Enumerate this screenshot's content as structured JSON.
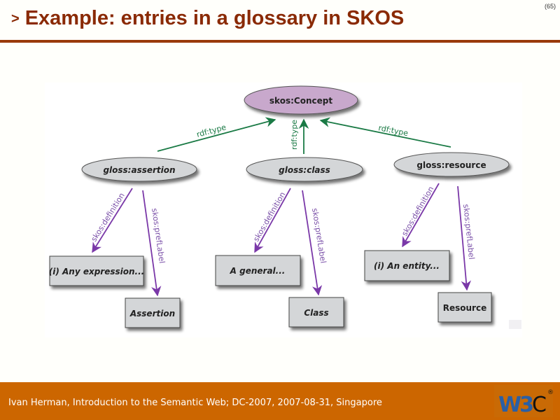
{
  "slide": {
    "page_number": "(65)",
    "title_prefix": ">",
    "title": "Example: entries in a glossary in SKOS"
  },
  "diagram": {
    "colors": {
      "concept_fill": "#c8a8cc",
      "resource_fill": "#d4d6d8",
      "box_fill": "#d4d6d8",
      "rdf_type_edge": "#1a7a45",
      "skos_edge": "#7a38a8"
    },
    "nodes": {
      "concept": "skos:Concept",
      "assertion": "gloss:assertion",
      "class": "gloss:class",
      "resource": "gloss:resource",
      "assertion_definition": "(i) Any expression...",
      "assertion_label": "Assertion",
      "class_definition": "A general...",
      "class_label": "Class",
      "resource_definition": "(i) An entity...",
      "resource_label": "Resource"
    },
    "edges": {
      "rdf_type_left": "rdf:type",
      "rdf_type_middle": "rdf:type",
      "rdf_type_right": "rdf:type",
      "assertion_definition": "skos:definition",
      "assertion_preflabel": "skos:prefLabel",
      "class_definition": "skos:definition",
      "class_preflabel": "skos:prefLabel",
      "resource_definition": "skos:definition",
      "resource_preflabel": "skos:prefLabel"
    }
  },
  "footer": {
    "text": "Ivan Herman, Introduction to the Semantic Web; DC-2007, 2007-08-31, Singapore",
    "logo": "W3C",
    "logo_mark": "®",
    "colors": {
      "background": "#cc6600",
      "logo_blue": "#2a5fa5"
    }
  }
}
